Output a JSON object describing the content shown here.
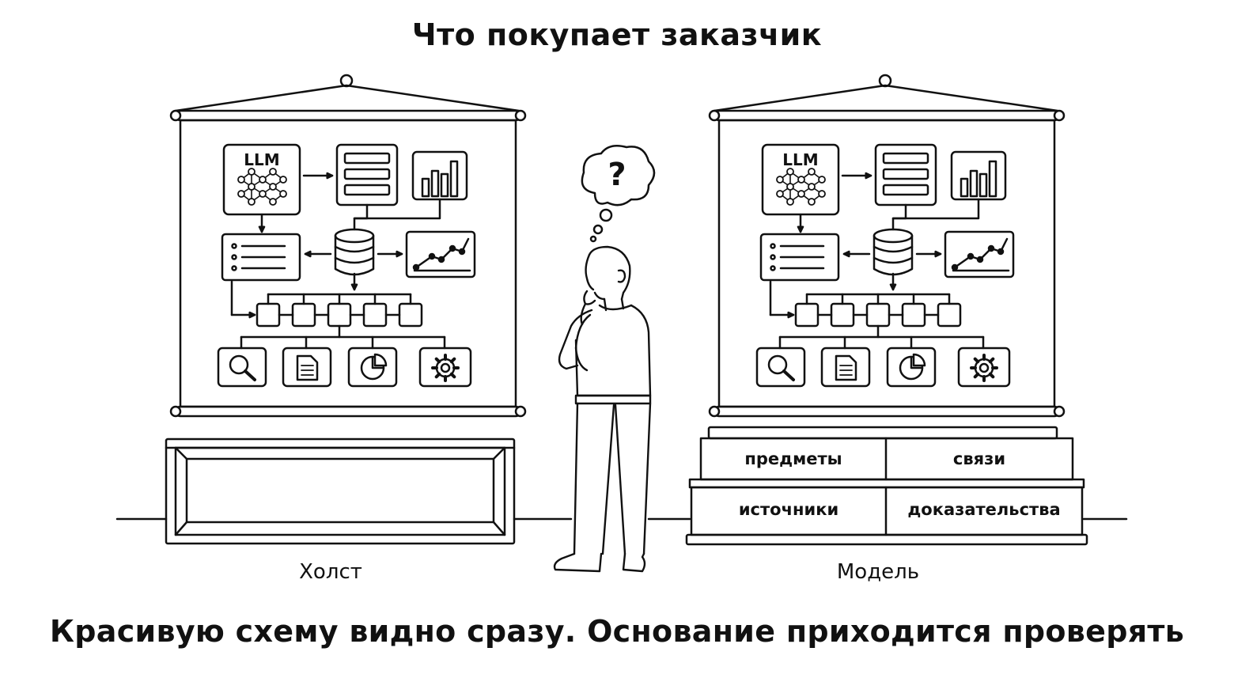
{
  "title": "Что покупает заказчик",
  "footer": "Красивую схему видно сразу. Основание приходится проверять",
  "left_board": {
    "caption": "Холст",
    "llm_label": "LLM"
  },
  "right_board": {
    "caption": "Модель",
    "llm_label": "LLM",
    "pedestal": [
      "предметы",
      "связи",
      "источники",
      "доказательства"
    ]
  },
  "thought": "?",
  "icons": [
    "search-icon",
    "document-icon",
    "pie-chart-icon",
    "gear-icon"
  ],
  "colors": {
    "ink": "#111111",
    "paper": "#ffffff"
  }
}
